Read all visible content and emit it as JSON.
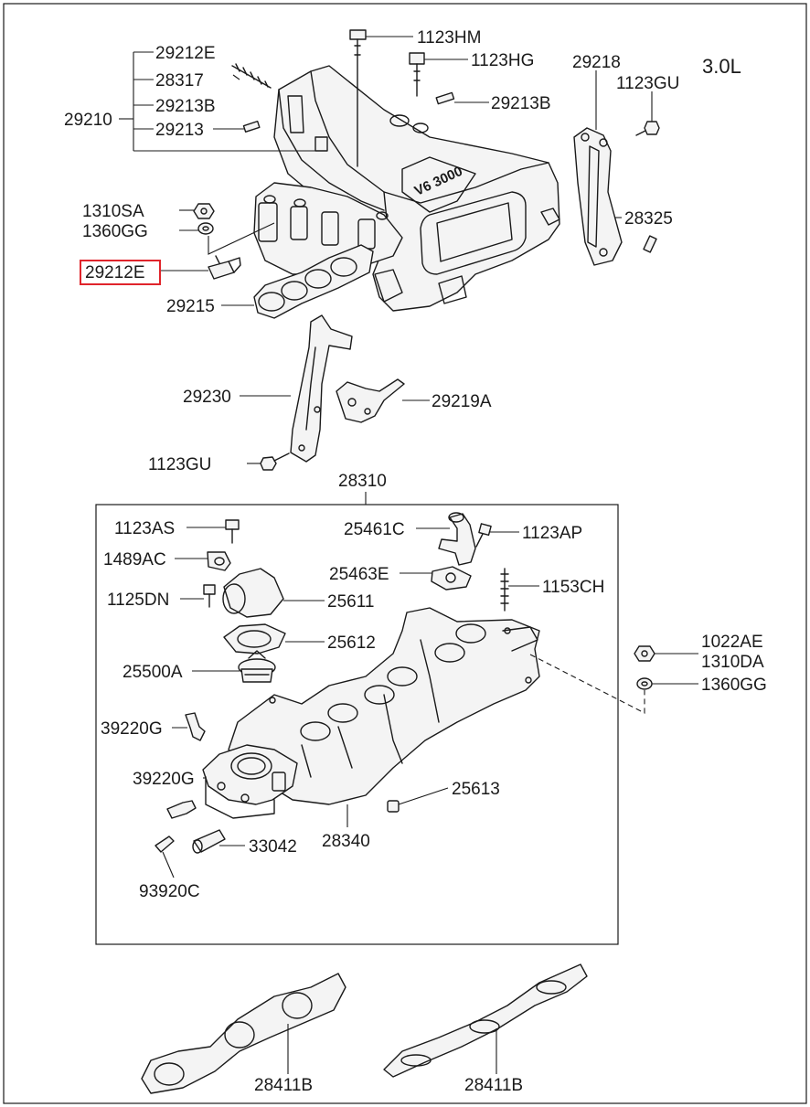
{
  "engine": "3.0L",
  "labels": {
    "p1123HM": "1123HM",
    "p1123HG": "1123HG",
    "p29218": "29218",
    "p1123GU_top": "1123GU",
    "p29212E_top": "29212E",
    "p28317": "28317",
    "p29213B_left": "29213B",
    "p29210": "29210",
    "p29213": "29213",
    "p29213B_right": "29213B",
    "p1310SA": "1310SA",
    "p1360GG_top": "1360GG",
    "p29212E_hl": "29212E",
    "p29215": "29215",
    "p28325": "28325",
    "p29230": "29230",
    "p29219A": "29219A",
    "p1123GU_mid": "1123GU",
    "p28310": "28310",
    "p1123AS": "1123AS",
    "p25461C": "25461C",
    "p1123AP": "1123AP",
    "p1489AC": "1489AC",
    "p25463E": "25463E",
    "p1153CH": "1153CH",
    "p1125DN": "1125DN",
    "p25611": "25611",
    "p25612": "25612",
    "p1022AE": "1022AE",
    "p1310DA": "1310DA",
    "p1360GG_right": "1360GG",
    "p25500A": "25500A",
    "p39220G_a": "39220G",
    "p39220G_b": "39220G",
    "p25613": "25613",
    "p28340": "28340",
    "p33042": "33042",
    "p93920C": "93920C",
    "p28411B_left": "28411B",
    "p28411B_right": "28411B"
  },
  "intake_casting_text": "V6 3000",
  "highlight_color": "#e0242b"
}
